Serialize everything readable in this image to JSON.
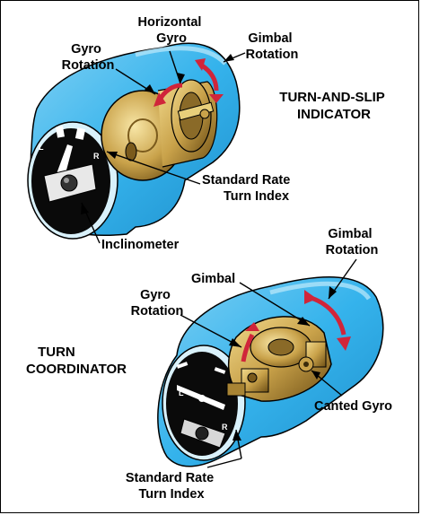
{
  "top_instrument": {
    "title": [
      "TURN-AND-SLIP",
      "INDICATOR"
    ],
    "labels": {
      "horizontal_gyro": [
        "Horizontal",
        "Gyro"
      ],
      "gyro_rotation": [
        "Gyro",
        "Rotation"
      ],
      "gimbal_rotation": [
        "Gimbal",
        "Rotation"
      ],
      "standard_rate_turn_index": [
        "Standard Rate",
        "Turn Index"
      ],
      "inclinometer": "Inclinometer"
    },
    "dial_marks": {
      "left": "L",
      "right": "R"
    }
  },
  "bottom_instrument": {
    "title": [
      "TURN",
      "COORDINATOR"
    ],
    "labels": {
      "gimbal_rotation": [
        "Gimbal",
        "Rotation"
      ],
      "gimbal": "Gimbal",
      "gyro_rotation": [
        "Gyro",
        "Rotation"
      ],
      "canted_gyro": "Canted Gyro",
      "standard_rate_turn_index": [
        "Standard Rate",
        "Turn Index"
      ]
    },
    "dial_marks": {
      "left": "L",
      "right": "R"
    }
  },
  "colors": {
    "case_blue": "#35b3ec",
    "case_highlight": "#bfe9fb",
    "brass": "#c9a24a",
    "brass_dark": "#7a5a1c",
    "arrow_red": "#d0253a",
    "dial": "#0a0a0a"
  }
}
